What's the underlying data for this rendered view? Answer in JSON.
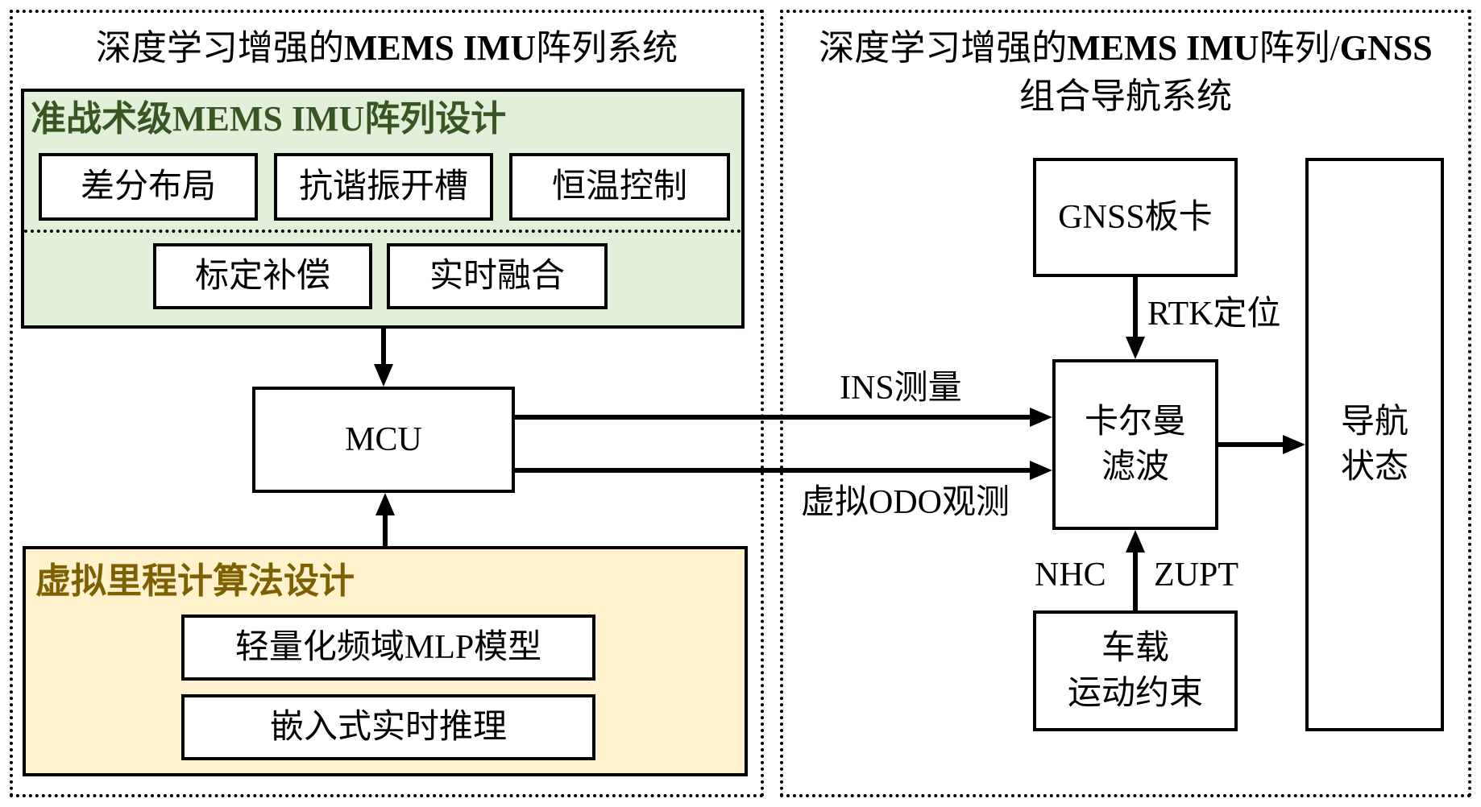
{
  "left_panel": {
    "title_cn_1": "深度学习增强的",
    "title_en": "MEMS IMU",
    "title_cn_2": "阵列系统",
    "imu_group": {
      "title_cn_1": "准战术级",
      "title_en": "MEMS IMU",
      "title_cn_2": "阵列设计",
      "title_color": "#375623",
      "items_row1": [
        "差分布局",
        "抗谐振开槽",
        "恒温控制"
      ],
      "items_row2": [
        "标定补偿",
        "实时融合"
      ]
    },
    "mcu": "MCU",
    "odo_group": {
      "title": "虚拟里程计算法设计",
      "title_color": "#7f6000",
      "items": [
        "轻量化频域MLP模型",
        "嵌入式实时推理"
      ]
    }
  },
  "right_panel": {
    "title_line1_cn_1": "深度学习增强的",
    "title_line1_en": "MEMS IMU",
    "title_line1_cn_2": "阵列/",
    "title_line1_en_2": "GNSS",
    "title_line2": "组合导航系统",
    "gnss_box": "GNSS板卡",
    "rtk_label": "RTK定位",
    "kalman_line1": "卡尔曼",
    "kalman_line2": "滤波",
    "nav_line1": "导航",
    "nav_line2": "状态",
    "nhc_label": "NHC",
    "zupt_label": "ZUPT",
    "vehicle_line1": "车载",
    "vehicle_line2": "运动约束"
  },
  "connections": {
    "ins_label": "INS测量",
    "odo_label": "虚拟ODO观测"
  }
}
